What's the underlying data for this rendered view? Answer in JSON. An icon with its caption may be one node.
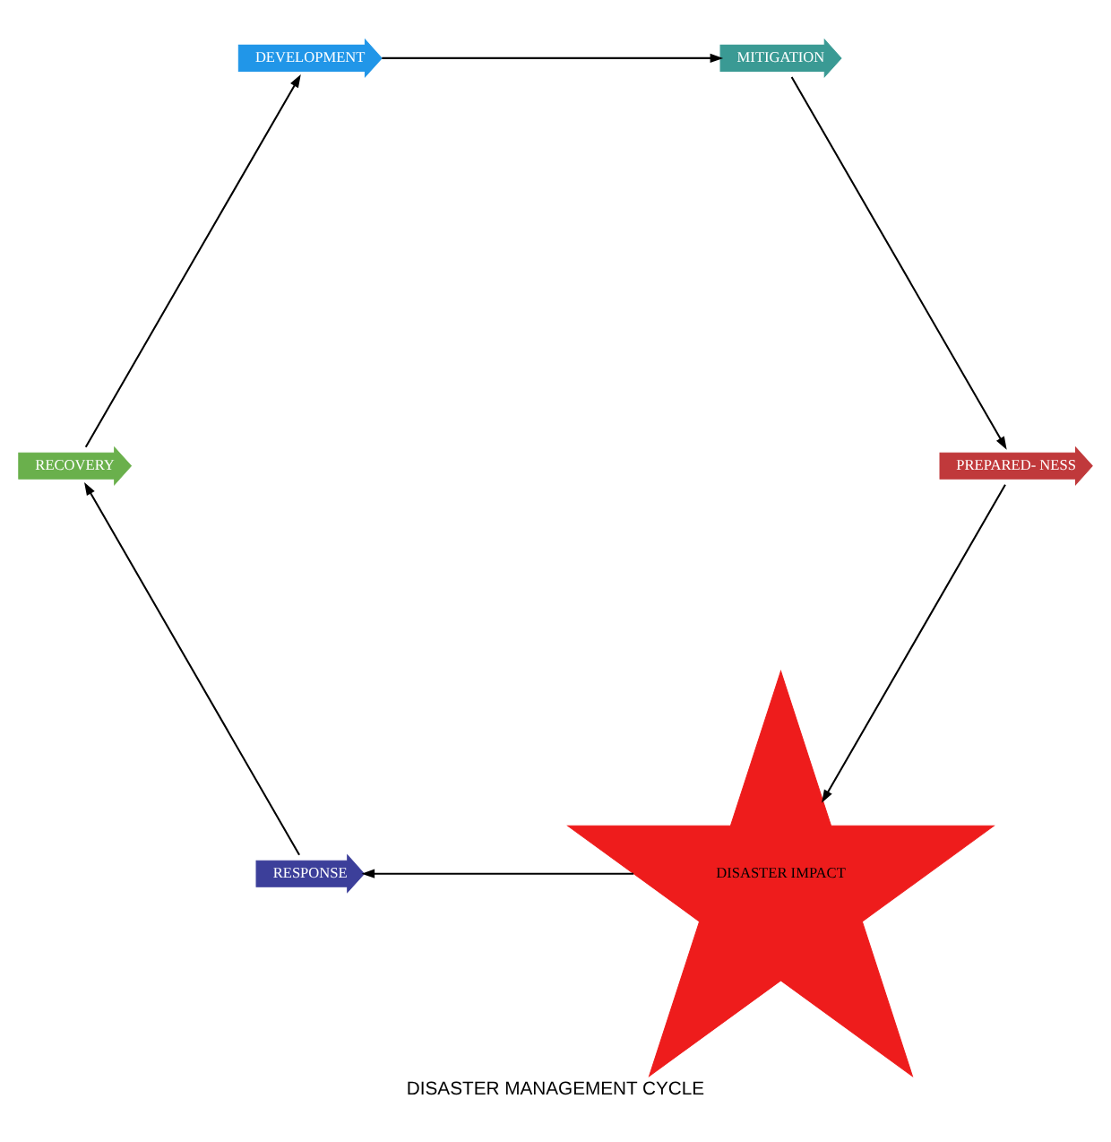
{
  "diagram": {
    "title": "DISASTER MANAGEMENT CYCLE",
    "nodes": [
      {
        "text": [
          "DISASTER IMPACT"
        ]
      },
      {
        "text": [
          "RESPONSE"
        ]
      },
      {
        "text": [
          "RECOVERY"
        ]
      },
      {
        "text": [
          "DEVELOPMENT"
        ]
      },
      {
        "text": [
          "MITIGATION"
        ]
      },
      {
        "text": [
          "PREPARED- NESS"
        ]
      }
    ],
    "edges": [
      {
        "from": 0,
        "to": 1,
        "arrow": "to"
      },
      {
        "from": 1,
        "to": 2,
        "arrow": "to"
      },
      {
        "from": 2,
        "to": 3,
        "arrow": "to"
      },
      {
        "from": 3,
        "to": 4,
        "arrow": "to"
      },
      {
        "from": 4,
        "to": 5,
        "arrow": "to"
      },
      {
        "from": 5,
        "to": 0,
        "arrow": "to"
      }
    ]
  }
}
